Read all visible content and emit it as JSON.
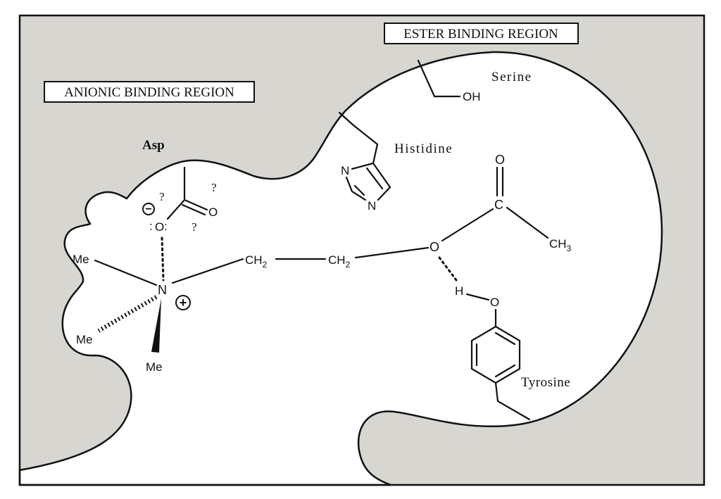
{
  "regions": {
    "ester": "ESTER BINDING REGION",
    "anionic": "ANIONIC BINDING REGION"
  },
  "residues": {
    "serine": "Serine",
    "histidine": "Histidine",
    "asp": "Asp",
    "tyrosine": "Tyrosine"
  },
  "atoms": {
    "oh": "OH",
    "n": "N",
    "o": "O",
    "c": "C",
    "h": "H",
    "me": "Me",
    "ch2": "CH",
    "ch2_sub": "2",
    "ch3": "CH",
    "ch3_sub": "3"
  },
  "charges": {
    "plus": "+",
    "minus": "−"
  },
  "marks": {
    "question": "?",
    "lone_pair": ":"
  },
  "colors": {
    "background_region": "#d8d6d1",
    "pocket": "#ffffff",
    "ink": "#111111"
  }
}
